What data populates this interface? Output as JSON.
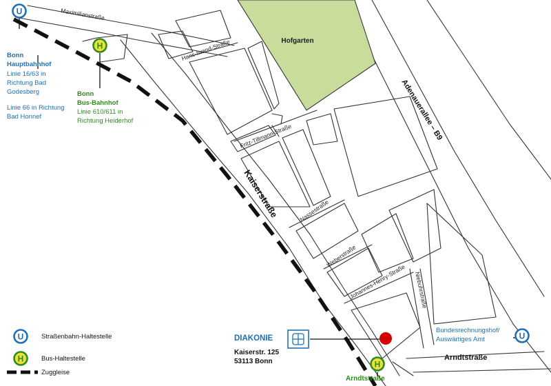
{
  "colors": {
    "tram_blue": "#1f6fb5",
    "bus_green": "#2f8a1f",
    "park_green": "#c8dc9c",
    "destination_red": "#d40000",
    "road_line": "#333333"
  },
  "icons": {
    "tram_stop": "U",
    "bus_stop": "H",
    "diakonie_logo": "diakonie-cross-logo-icon"
  },
  "labels": {
    "hofgarten": "Hofgarten",
    "maximilianstrasse": "Maximilianstraße",
    "hans_iwand": "Hans-Iwand-Straße",
    "fritz_tillmann": "Fritz-Tillmann-Straße",
    "kaiserstrasse": "Kaiserstraße",
    "nassestrasse": "Nassestraße",
    "weberstrasse": "Weberstraße",
    "johannes_henry": "Johannes-Henry-Straße",
    "niebuhrstrasse": "Niebuhrstraße",
    "adenauerallee": "Adenauerallee – B9",
    "arndtstrasse": "Arndtstraße",
    "arndtstrasse_stop": "Arndtstraße"
  },
  "hbf": {
    "title1": "Bonn",
    "title2": "Hauptbahnhof",
    "line1": "Linie 16/63 in",
    "line2": "Richtung Bad",
    "line3": "Godesberg",
    "line4": "Linie 66 in Richtung",
    "line5": "Bad Honnef"
  },
  "busbahnhof": {
    "title1": "Bonn",
    "title2": "Bus-Bahnhof",
    "line1": "Linie 610/611 in",
    "line2": "Richtung Heiderhof"
  },
  "bundesrechnungshof": {
    "line1": "Bundesrechnungshof/",
    "line2": "Auswärtiges Amt"
  },
  "diakonie": {
    "name": "DIAKONIE",
    "street": "Kaiserstr. 125",
    "city": "53113 Bonn"
  },
  "legend": {
    "tram": "Straßenbahn-Haltestelle",
    "bus": "Bus-Haltestelle",
    "rail": "Zuggleise"
  }
}
